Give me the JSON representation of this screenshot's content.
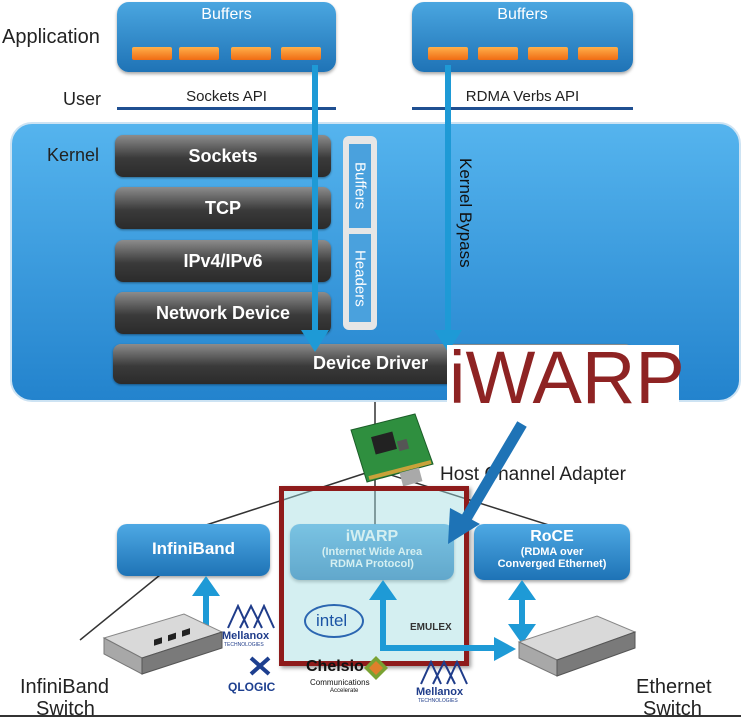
{
  "layers": {
    "application": "Application",
    "user": "User",
    "kernel": "Kernel"
  },
  "app_buffers": {
    "left": "Buffers",
    "right": "Buffers"
  },
  "apis": {
    "sockets": "Sockets API",
    "rdma": "RDMA Verbs API"
  },
  "stack": [
    "Sockets",
    "TCP",
    "IPv4/IPv6",
    "Network Device"
  ],
  "side_buffer": {
    "top": "Buffers",
    "bottom": "Headers"
  },
  "device_driver": "Device Driver",
  "kernel_bypass": "Kernel Bypass",
  "iwarp_callout": "iWARP",
  "hca_label": "Host Channel Adapter",
  "protocols": {
    "infiniband": "InfiniBand",
    "iwarp_title": "iWARP",
    "iwarp_sub1": "(Internet Wide Area",
    "iwarp_sub2": "RDMA Protocol)",
    "roce_title": "RoCE",
    "roce_sub1": "(RDMA over",
    "roce_sub2": "Converged Ethernet)"
  },
  "switches": {
    "infiniband_1": "InfiniBand",
    "infiniband_2": "Switch",
    "ethernet_1": "Ethernet",
    "ethernet_2": "Switch"
  },
  "vendors": {
    "mellanox": "Mellanox",
    "mellanox_sub": "TECHNOLOGIES",
    "qlogic": "QLOGIC",
    "intel": "intel",
    "emulex": "EMULEX",
    "chelsio": "Chelsio",
    "chelsio_sub1": "Communications",
    "chelsio_sub2": "Accelerate"
  },
  "colors": {
    "accent_blue": "#1e9ad6",
    "highlight_red": "#8e1b1b",
    "callout_red": "#8e2323"
  }
}
